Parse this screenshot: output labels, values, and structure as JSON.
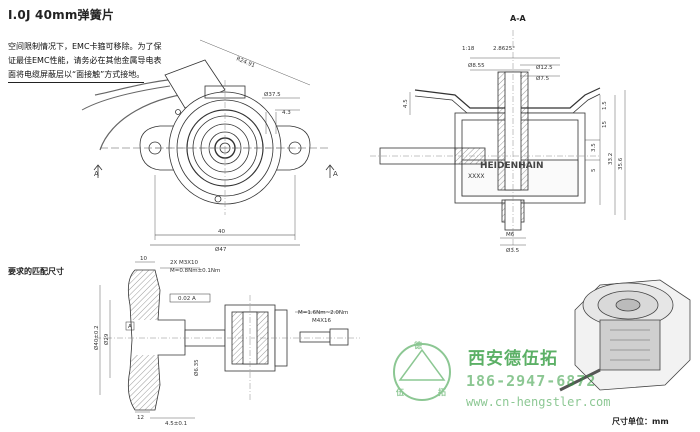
{
  "title": "I.0J 40mm弹簧片",
  "note_lines": [
    "空间限制情况下，EMC卡箍可移除。为了保",
    "证最佳EMC性能，请务必在其他金属导电表",
    "面将电缆屏蔽层以“面接触”方式接地。"
  ],
  "section_label": "A-A",
  "section_marker": "A",
  "mating_title": "要求的匹配尺寸",
  "unit_label": "尺寸单位：mm",
  "front_view_dims": {
    "radius_label": "R24.91",
    "width": "40",
    "diameter": "Ø47",
    "dia_small": "Ø37.5",
    "gap": "4.3"
  },
  "section_view_dims": {
    "ratio": "1:18",
    "angle": "2.8625°",
    "d1": "Ø8.55",
    "d2": "Ø12.5",
    "d3": "Ø7.5",
    "m6": "M6",
    "d4": "Ø3.5",
    "h1": "1.5",
    "h2": "15",
    "h3": "3.5",
    "h4": "5",
    "h5": "33.2",
    "h6": "35.6",
    "h7": "4.5",
    "body_brand": "HEIDENHAIN",
    "body_code": "XXXX"
  },
  "mating_dims": {
    "screws": "2X M3X10",
    "torque1": "M=0.8Nm±0.1Nm",
    "torque2": "M=1.6Nm~2.0Nm",
    "thread": "M4X16",
    "tol1": "0.02 A",
    "d40": "Ø40±0.2",
    "d29": "Ø29",
    "d6": "Ø6.35",
    "dist1": "10",
    "dist2": "4.5±0.1",
    "dist3": "12",
    "marker_A": "A"
  },
  "watermark": {
    "company": "西安德伍拓",
    "phone": "186-2947-6872",
    "url": "www.cn-hengstler.com",
    "logo_chars": [
      "德",
      "伍",
      "拓"
    ]
  }
}
